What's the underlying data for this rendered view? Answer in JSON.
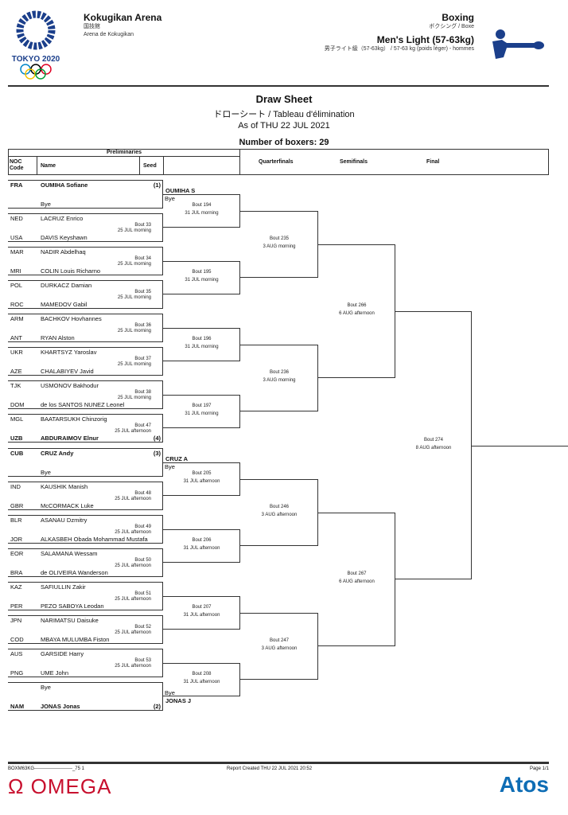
{
  "header": {
    "logo_text": "TOKYO 2020",
    "venue": "Kokugikan Arena",
    "venue_jp": "国技館",
    "venue_fr": "Arena de Kokugikan",
    "sport": "Boxing",
    "sport_sub": "ボクシング / Boxe",
    "event": "Men's Light (57-63kg)",
    "event_sub": "男子ライト級（57-63kg） / 57-63 kg (poids léger) - hommes"
  },
  "title": {
    "main": "Draw Sheet",
    "sub": "ドローシート / Tableau d'élimination",
    "asof": "As of THU 22 JUL 2021",
    "count": "Number of boxers: 29"
  },
  "table_header": {
    "prelim": "Preliminaries",
    "noc": "NOC Code",
    "name": "Name",
    "seed": "Seed",
    "qf": "Quarterfinals",
    "sf": "Semifinals",
    "final": "Final"
  },
  "preliminaries": [
    {
      "top": {
        "noc": "FRA",
        "name": "OUMIHA Sofiane",
        "seed": "(1)",
        "bold": true
      },
      "bottom": {
        "noc": "",
        "name": "Bye"
      },
      "bout": "",
      "time": ""
    },
    {
      "top": {
        "noc": "NED",
        "name": "LACRUZ Enrico"
      },
      "bottom": {
        "noc": "USA",
        "name": "DAVIS Keyshawn"
      },
      "bout": "Bout 33",
      "time": "25 JUL morning"
    },
    {
      "top": {
        "noc": "MAR",
        "name": "NADIR Abdelhaq"
      },
      "bottom": {
        "noc": "MRI",
        "name": "COLIN Louis Richarno"
      },
      "bout": "Bout 34",
      "time": "25 JUL morning"
    },
    {
      "top": {
        "noc": "POL",
        "name": "DURKACZ Damian"
      },
      "bottom": {
        "noc": "ROC",
        "name": "MAMEDOV Gabil"
      },
      "bout": "Bout 35",
      "time": "25 JUL morning"
    },
    {
      "top": {
        "noc": "ARM",
        "name": "BACHKOV Hovhannes"
      },
      "bottom": {
        "noc": "ANT",
        "name": "RYAN Alston"
      },
      "bout": "Bout 36",
      "time": "25 JUL morning"
    },
    {
      "top": {
        "noc": "UKR",
        "name": "KHARTSYZ Yaroslav"
      },
      "bottom": {
        "noc": "AZE",
        "name": "CHALABIYEV Javid"
      },
      "bout": "Bout 37",
      "time": "25 JUL morning"
    },
    {
      "top": {
        "noc": "TJK",
        "name": "USMONOV Bakhodur"
      },
      "bottom": {
        "noc": "DOM",
        "name": "de los SANTOS NUNEZ Leonel"
      },
      "bout": "Bout 38",
      "time": "25 JUL morning"
    },
    {
      "top": {
        "noc": "MGL",
        "name": "BAATARSUKH Chinzorig"
      },
      "bottom": {
        "noc": "UZB",
        "name": "ABDURAIMOV Elnur",
        "seed": "(4)",
        "bold": true
      },
      "bout": "Bout 47",
      "time": "25 JUL afternoon"
    },
    {
      "top": {
        "noc": "CUB",
        "name": "CRUZ Andy",
        "seed": "(3)",
        "bold": true
      },
      "bottom": {
        "noc": "",
        "name": "Bye"
      },
      "bout": "",
      "time": ""
    },
    {
      "top": {
        "noc": "IND",
        "name": "KAUSHIK Manish"
      },
      "bottom": {
        "noc": "GBR",
        "name": "McCORMACK Luke"
      },
      "bout": "Bout 48",
      "time": "25 JUL afternoon"
    },
    {
      "top": {
        "noc": "BLR",
        "name": "ASANAU Dzmitry"
      },
      "bottom": {
        "noc": "JOR",
        "name": "ALKASBEH Obada Mohammad Mustafa"
      },
      "bout": "Bout 49",
      "time": "25 JUL afternoon"
    },
    {
      "top": {
        "noc": "EOR",
        "name": "SALAMANA Wessam"
      },
      "bottom": {
        "noc": "BRA",
        "name": "de OLIVEIRA Wanderson"
      },
      "bout": "Bout 50",
      "time": "25 JUL afternoon"
    },
    {
      "top": {
        "noc": "KAZ",
        "name": "SAFIULLIN Zakir"
      },
      "bottom": {
        "noc": "PER",
        "name": "PEZO SABOYA Leodan"
      },
      "bout": "Bout 51",
      "time": "25 JUL afternoon"
    },
    {
      "top": {
        "noc": "JPN",
        "name": "NARIMATSU Daisuke"
      },
      "bottom": {
        "noc": "COD",
        "name": "MBAYA MULUMBA Fiston"
      },
      "bout": "Bout 52",
      "time": "25 JUL afternoon"
    },
    {
      "top": {
        "noc": "AUS",
        "name": "GARSIDE Harry"
      },
      "bottom": {
        "noc": "PNG",
        "name": "UME John"
      },
      "bout": "Bout 53",
      "time": "25 JUL afternoon"
    },
    {
      "top": {
        "noc": "",
        "name": "Bye"
      },
      "bottom": {
        "noc": "NAM",
        "name": "JONAS Jonas",
        "seed": "(2)",
        "bold": true
      },
      "bout": "",
      "time": ""
    }
  ],
  "round16": [
    {
      "bout": "Bout 194",
      "time": "31 JUL morning",
      "above": "OUMIHA S",
      "top_note": "Bye"
    },
    {
      "bout": "Bout 195",
      "time": "31 JUL morning"
    },
    {
      "bout": "Bout 196",
      "time": "31 JUL morning"
    },
    {
      "bout": "Bout 197",
      "time": "31 JUL morning"
    },
    {
      "bout": "Bout 205",
      "time": "31 JUL afternoon",
      "above": "CRUZ A",
      "top_note": "Bye"
    },
    {
      "bout": "Bout 206",
      "time": "31 JUL afternoon"
    },
    {
      "bout": "Bout 207",
      "time": "31 JUL afternoon"
    },
    {
      "bout": "Bout 208",
      "time": "31 JUL afternoon",
      "bottom_note": "Bye",
      "below": "JONAS J"
    }
  ],
  "quarterfinals": [
    {
      "bout": "Bout 235",
      "time": "3 AUG morning"
    },
    {
      "bout": "Bout 236",
      "time": "3 AUG morning"
    },
    {
      "bout": "Bout 246",
      "time": "3 AUG afternoon"
    },
    {
      "bout": "Bout 247",
      "time": "3 AUG afternoon"
    }
  ],
  "semifinals": [
    {
      "bout": "Bout 266",
      "time": "6 AUG afternoon"
    },
    {
      "bout": "Bout 267",
      "time": "6 AUG afternoon"
    }
  ],
  "final": {
    "bout": "Bout 274",
    "time": "8 AUG afternoon"
  },
  "footer": {
    "code": "BOXM63KG------------------------_75 1",
    "created": "Report Created  THU 22 JUL 2021 20:52",
    "page": "Page 1/1",
    "omega": "Ω OMEGA",
    "atos": "Atos"
  },
  "colors": {
    "navy": "#1b3f8b",
    "omega": "#c8102e",
    "atos": "#0e6db5"
  }
}
